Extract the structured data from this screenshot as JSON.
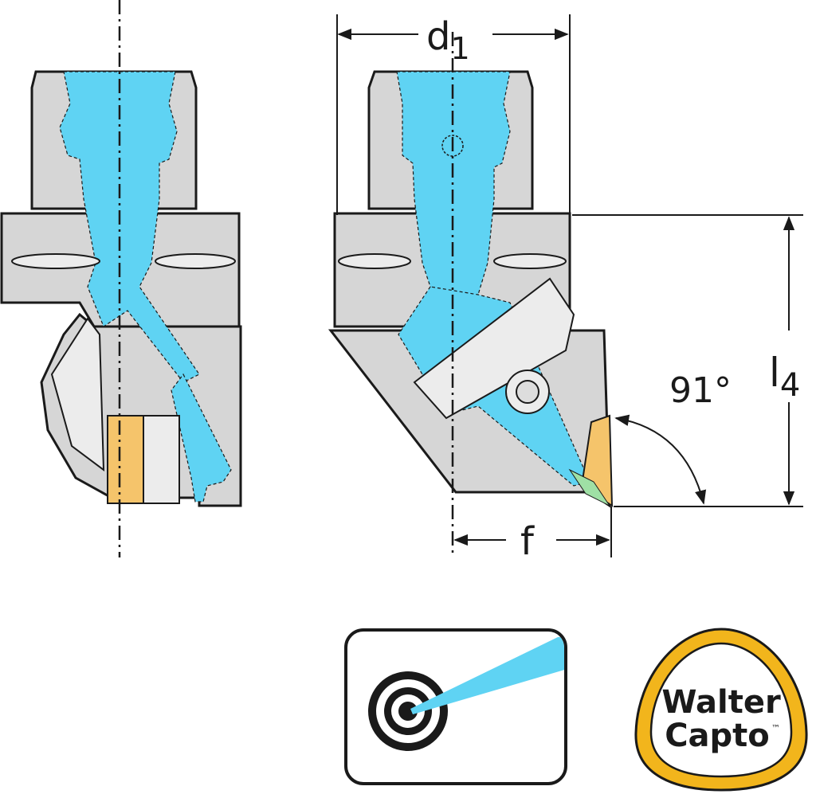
{
  "dimensions": {
    "d1": {
      "main": "d",
      "sub": "1"
    },
    "l4": {
      "main": "l",
      "sub": "4"
    },
    "angle": "91°",
    "f": "f"
  },
  "logo": {
    "line1": "Walter",
    "line2": "Capto",
    "trademark": "™"
  },
  "colors": {
    "body": "#d6d6d6",
    "coolant": "#5fd3f3",
    "insert": "#f5c46b",
    "logo_ring": "#f2b51c",
    "outline": "#1a1a1a"
  },
  "icons": [
    "precision-coolant-icon",
    "walter-capto-logo"
  ]
}
